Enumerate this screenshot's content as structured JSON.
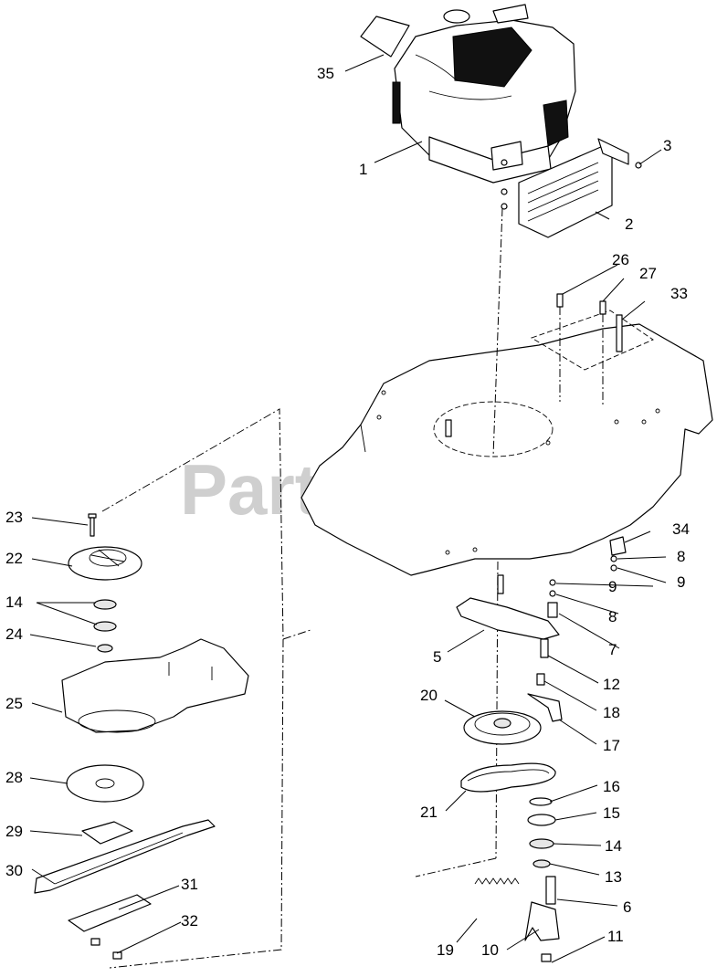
{
  "watermark": {
    "text": "PartsTree",
    "trademark": "TM"
  },
  "callouts": [
    {
      "id": "c35",
      "label": "35"
    },
    {
      "id": "c1",
      "label": "1"
    },
    {
      "id": "c3",
      "label": "3"
    },
    {
      "id": "c2",
      "label": "2"
    },
    {
      "id": "c26",
      "label": "26"
    },
    {
      "id": "c27",
      "label": "27"
    },
    {
      "id": "c33",
      "label": "33"
    },
    {
      "id": "c23",
      "label": "23"
    },
    {
      "id": "c22",
      "label": "22"
    },
    {
      "id": "c14a",
      "label": "14"
    },
    {
      "id": "c24",
      "label": "24"
    },
    {
      "id": "c25",
      "label": "25"
    },
    {
      "id": "c28",
      "label": "28"
    },
    {
      "id": "c29",
      "label": "29"
    },
    {
      "id": "c30",
      "label": "30"
    },
    {
      "id": "c31",
      "label": "31"
    },
    {
      "id": "c32",
      "label": "32"
    },
    {
      "id": "c34",
      "label": "34"
    },
    {
      "id": "c8a",
      "label": "8"
    },
    {
      "id": "c9a",
      "label": "9"
    },
    {
      "id": "c9b",
      "label": "9"
    },
    {
      "id": "c8b",
      "label": "8"
    },
    {
      "id": "c7",
      "label": "7"
    },
    {
      "id": "c5",
      "label": "5"
    },
    {
      "id": "c12",
      "label": "12"
    },
    {
      "id": "c20",
      "label": "20"
    },
    {
      "id": "c18",
      "label": "18"
    },
    {
      "id": "c17",
      "label": "17"
    },
    {
      "id": "c16",
      "label": "16"
    },
    {
      "id": "c21",
      "label": "21"
    },
    {
      "id": "c15",
      "label": "15"
    },
    {
      "id": "c14b",
      "label": "14"
    },
    {
      "id": "c13",
      "label": "13"
    },
    {
      "id": "c6",
      "label": "6"
    },
    {
      "id": "c19",
      "label": "19"
    },
    {
      "id": "c10",
      "label": "10"
    },
    {
      "id": "c11",
      "label": "11"
    }
  ]
}
